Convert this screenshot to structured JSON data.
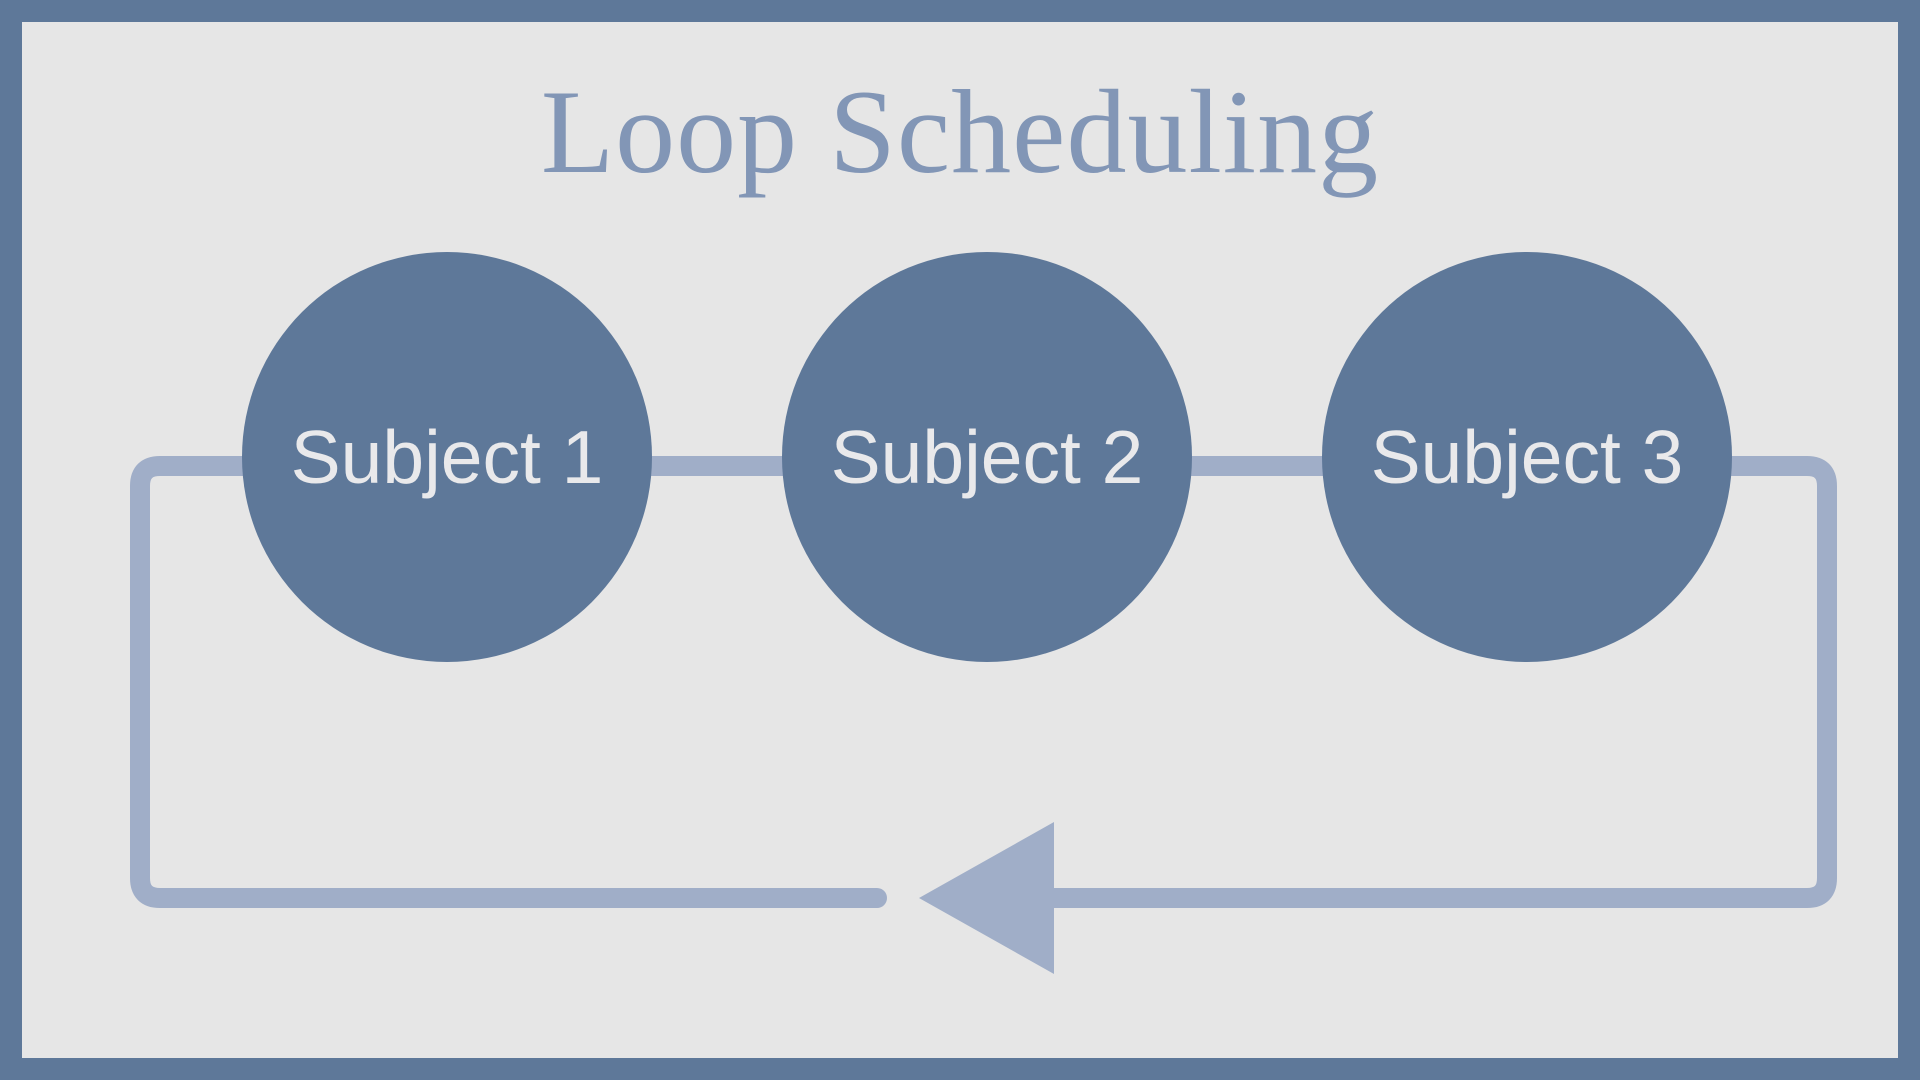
{
  "title": "Loop Scheduling",
  "nodes": [
    {
      "label": "Subject 1"
    },
    {
      "label": "Subject 2"
    },
    {
      "label": "Subject 3"
    }
  ],
  "connector": {
    "direction": "loop-back-left",
    "arrow": "left-arrowhead"
  },
  "colors": {
    "frame_border": "#5e7899",
    "background": "#e6e6e6",
    "node_fill": "#5e7899",
    "node_text": "#e9e9eb",
    "connector": "#a0aec8",
    "title_text": "#8296b6"
  }
}
